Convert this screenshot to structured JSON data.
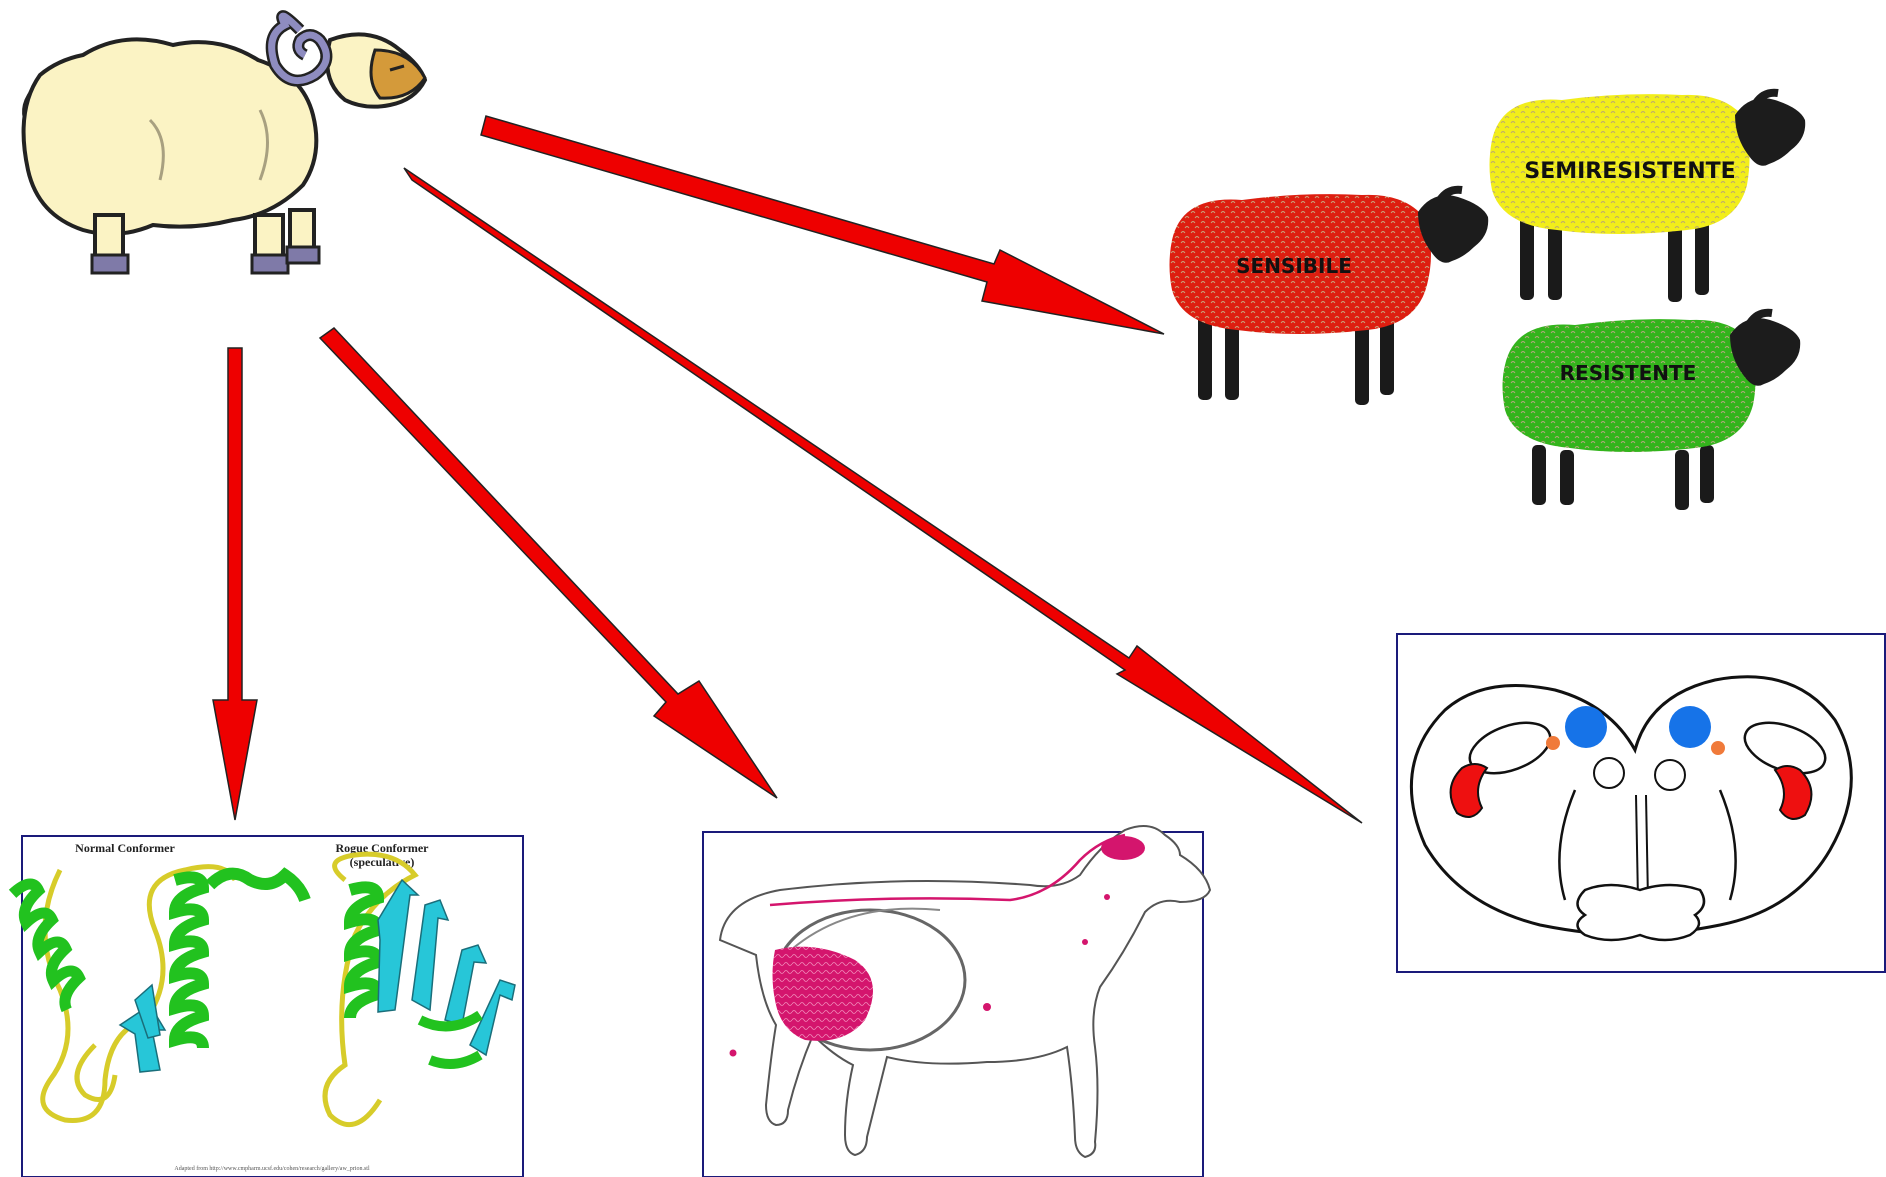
{
  "sheep_labels": {
    "sensibile": "SENSIBILE",
    "semiresistente": "SEMIRESISTENTE",
    "resistente": "RESISTENTE"
  },
  "protein_panel": {
    "normal_label": "Normal Conformer",
    "rogue_label_line1": "Rogue Conformer",
    "rogue_label_line2": "(speculative)",
    "credit": "Adapted from http://www.cmpharm.ucsf.edu/cohen/research/gallery/aw_prion.stl"
  },
  "colors": {
    "arrow": "#ee0000",
    "sensibile": "#dd1e10",
    "semiresistente": "#f2ee1a",
    "resistente": "#33b41c",
    "helix": "#22c21f",
    "strand": "#27c6d8",
    "loop": "#d7cc2a",
    "lesion": "#d4156d",
    "nucleus_blue": "#1673e8",
    "nucleus_red": "#ee1010",
    "nucleus_orange": "#f07a3a",
    "panel_border": "#1a1a7a"
  },
  "icons": {
    "ram": "ram-illustration",
    "sheep": "black-faced-sheep-icon",
    "protein": "prion-protein-structure",
    "anatomy": "sheep-anatomy-lesions",
    "brain": "brainstem-section"
  }
}
